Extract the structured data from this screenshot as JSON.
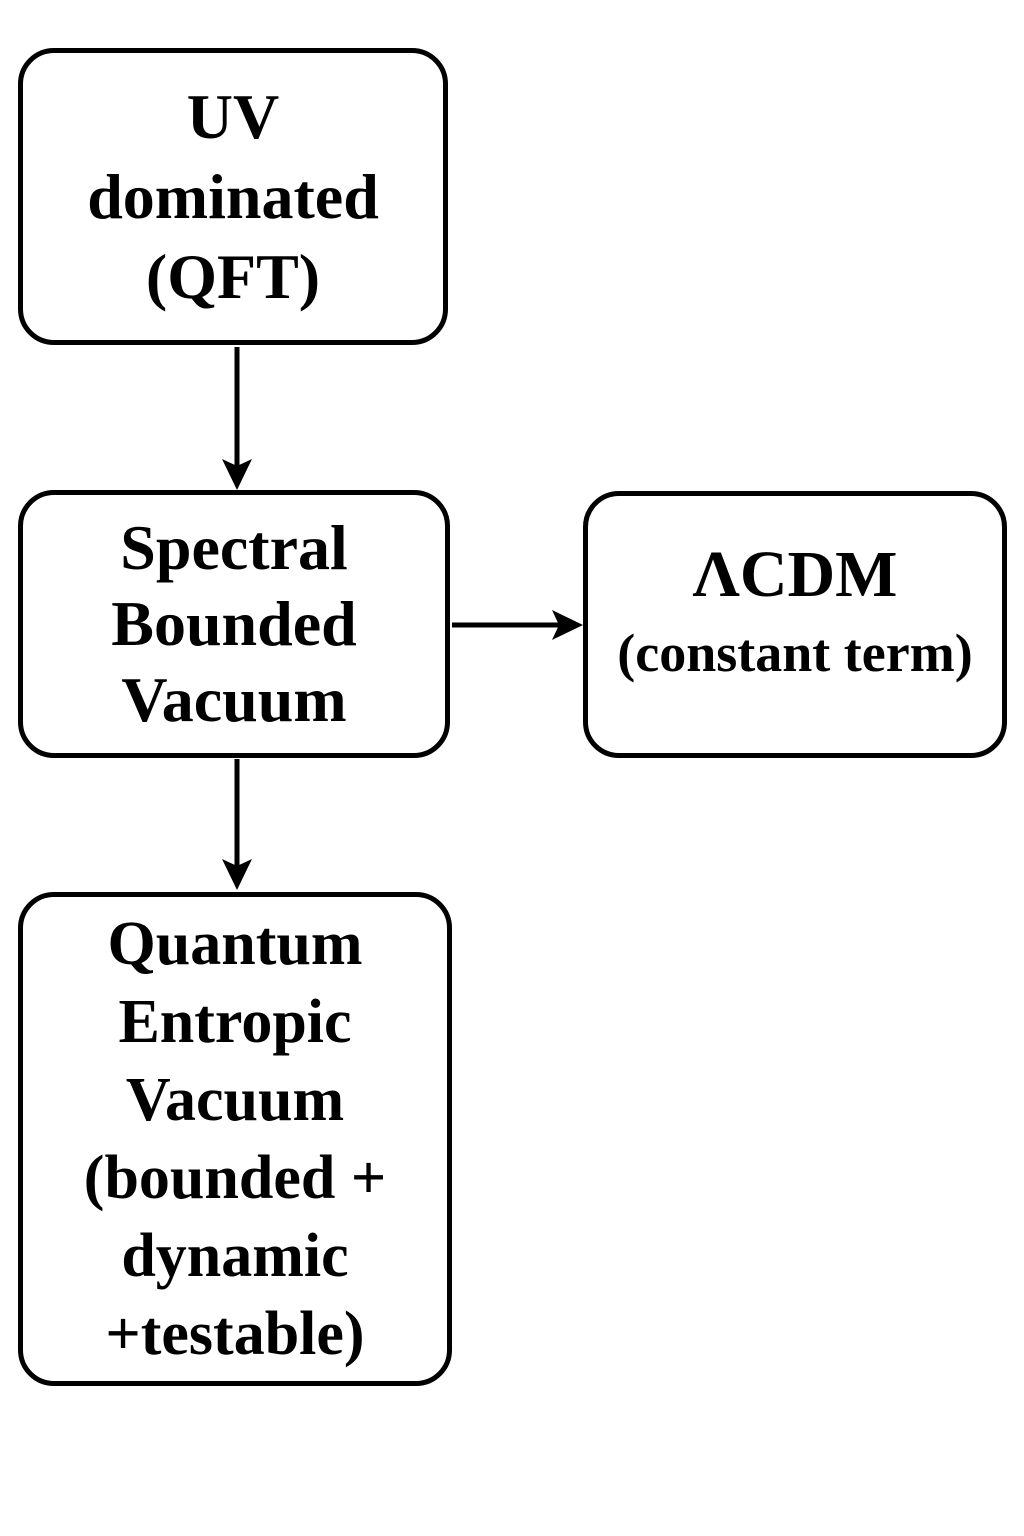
{
  "diagram": {
    "type": "flowchart",
    "background_color": "#ffffff",
    "line_color": "#000000",
    "text_color": "#000000",
    "nodes": [
      {
        "id": "uv-dominated-qft",
        "lines": [
          "UV",
          "dominated",
          "(QFT)"
        ]
      },
      {
        "id": "spectral-bounded-vacuum",
        "lines": [
          "Spectral",
          "Bounded",
          "Vacuum"
        ]
      },
      {
        "id": "lambda-cdm",
        "lines": [
          "ΛCDM",
          "(constant term)"
        ]
      },
      {
        "id": "quantum-entropic-vacuum",
        "lines": [
          "Quantum",
          "Entropic",
          "Vacuum",
          "(bounded +",
          "dynamic",
          "+testable)"
        ]
      }
    ],
    "edges": [
      {
        "from": "uv-dominated-qft",
        "to": "spectral-bounded-vacuum",
        "direction": "down",
        "style": "solid-filled-arrowhead"
      },
      {
        "from": "spectral-bounded-vacuum",
        "to": "lambda-cdm",
        "direction": "right",
        "style": "solid-filled-arrowhead"
      },
      {
        "from": "spectral-bounded-vacuum",
        "to": "quantum-entropic-vacuum",
        "direction": "down",
        "style": "solid-filled-arrowhead"
      }
    ]
  }
}
